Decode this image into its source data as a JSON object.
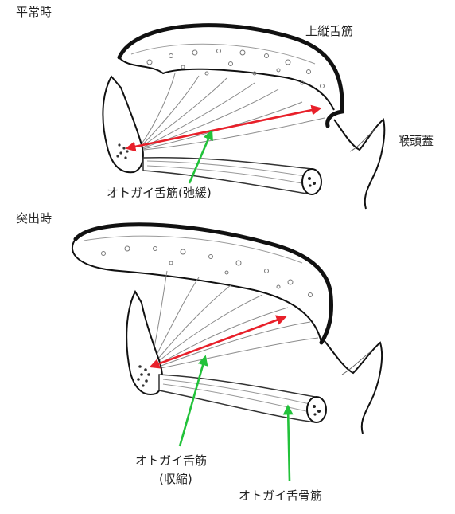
{
  "panels": {
    "rest": {
      "title": "平常時"
    },
    "protrusion": {
      "title": "突出時"
    }
  },
  "labels": {
    "superior_longitudinal": "上縦舌筋",
    "epiglottis": "喉頭蓋",
    "genioglossus_relaxed": "オトガイ舌筋(弛緩)",
    "genioglossus_contracted_line1": "オトガイ舌筋",
    "genioglossus_contracted_line2": "(収縮)",
    "geniohyoid": "オトガイ舌骨筋"
  },
  "colors": {
    "outline": "#111111",
    "fiber": "#8a8a8a",
    "red_arrow": "#e8202a",
    "green_arrow": "#22c23a",
    "text": "#222222"
  }
}
